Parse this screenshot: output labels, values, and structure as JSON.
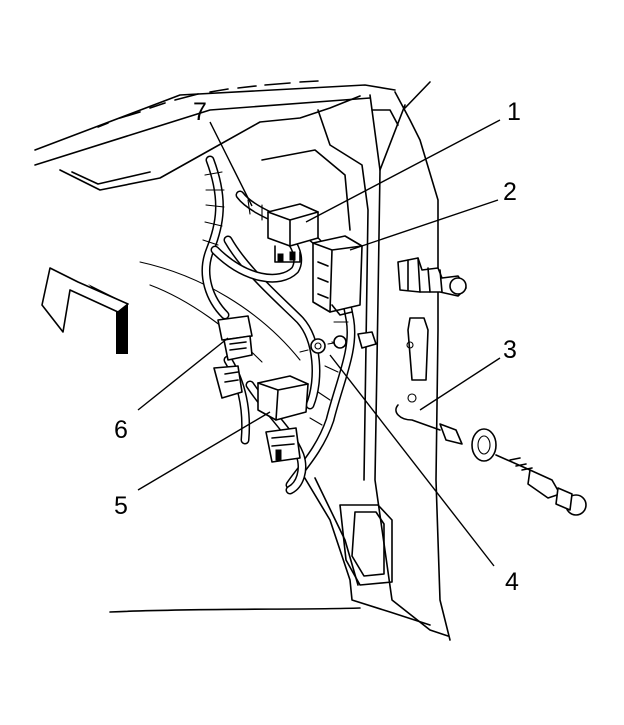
{
  "callouts": [
    {
      "id": "1",
      "label": "1"
    },
    {
      "id": "2",
      "label": "2"
    },
    {
      "id": "3",
      "label": "3"
    },
    {
      "id": "4",
      "label": "4"
    },
    {
      "id": "5",
      "label": "5"
    },
    {
      "id": "6",
      "label": "6"
    },
    {
      "id": "7",
      "label": "7"
    }
  ],
  "icons": {
    "direction_arrow": "forward-direction-arrow-icon"
  }
}
